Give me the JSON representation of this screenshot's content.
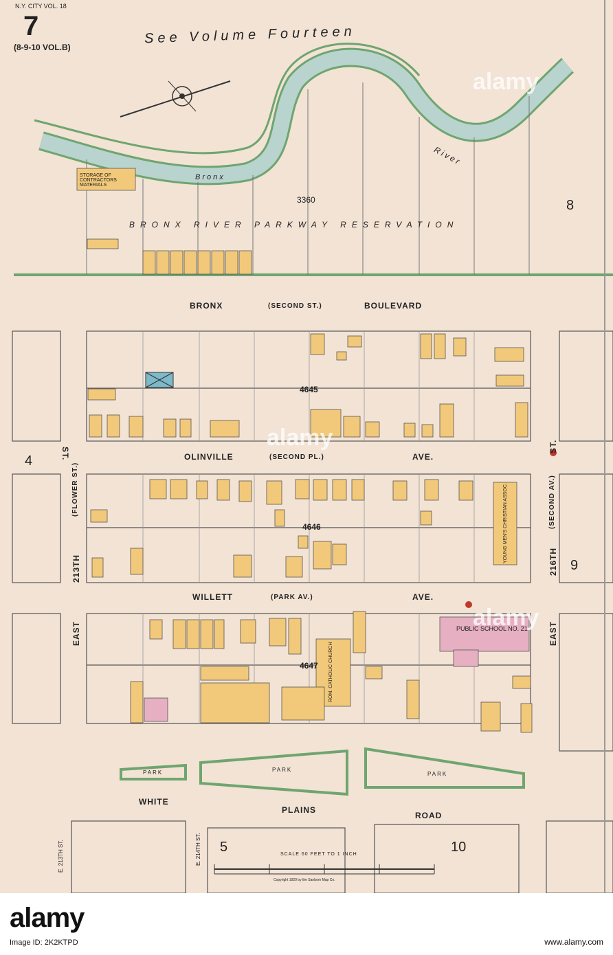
{
  "sheet": {
    "number": "7",
    "volume": "N.Y. CITY VOL. 18",
    "ref": "(8-9-10 VOL.B)",
    "see_volume": "See Volume Fourteen",
    "river_name_1": "River",
    "river_name_2": "Bronx",
    "reservation": "BRONX RIVER PARKWAY RESERVATION",
    "res_block": "3360",
    "adj_right_top": "8",
    "adj_left": "4",
    "adj_right_mid": "9",
    "adj_bottom_left": "5",
    "adj_bottom_right": "10",
    "storage_label": "STORAGE OF CONTRACTORS MATERIALS"
  },
  "streets": {
    "bronx": "BRONX",
    "bronx_alt": "(SECOND ST.)",
    "boulevard": "BOULEVARD",
    "olinville": "OLINVILLE",
    "olinville_alt": "(SECOND PL.)",
    "ave": "AVE.",
    "willett": "WILLETT",
    "willett_alt": "(PARK AV.)",
    "white": "WHITE",
    "plains": "PLAINS",
    "road": "ROAD",
    "e213_1": "213TH",
    "e213_2": "(FLOWER ST.)",
    "east": "EAST",
    "st": "ST.",
    "e216_1": "216TH",
    "e216_2": "(SECOND AV.)",
    "e213_bottom": "E. 213TH ST.",
    "e214_bottom": "E. 214TH ST.",
    "park": "PARK"
  },
  "blocks": {
    "b1": "4645",
    "b2": "4646",
    "b3": "4647"
  },
  "buildings": {
    "school": "PUBLIC SCHOOL NO. 21",
    "church": "ROM. CATHOLIC CHURCH",
    "home": "YOUNG MEN'S CHRISTIAN ASSOC."
  },
  "scale": {
    "label": "SCALE 60 FEET TO 1 INCH",
    "copyright": "Copyright 1920 by the Sanborn Map Co."
  },
  "watermark": {
    "brand": "alamy",
    "id": "Image ID: 2K2KTPD",
    "web": "www.alamy.com"
  },
  "colors": {
    "paper": "#f2e3d5",
    "river": "#b9d3cf",
    "riverbank": "#6fa56f",
    "dwelling": "#f2c97a",
    "school": "#e6b0c2"
  }
}
